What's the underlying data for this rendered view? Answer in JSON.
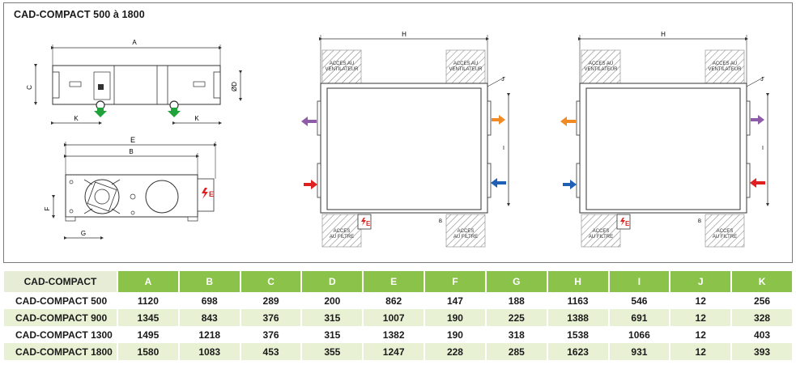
{
  "title": "CAD-COMPACT 500 à 1800",
  "dimension_letters": [
    "A",
    "B",
    "C",
    "D",
    "E",
    "F",
    "G",
    "H",
    "I",
    "J",
    "K"
  ],
  "labels": {
    "fan_access": "ACCES AU\nVENTILATEUR",
    "filter_access": "ACCES\nAU FILTRE",
    "diameter": "ØD",
    "electrical": "E"
  },
  "colors": {
    "green_accent": "#8bc34a",
    "arrow_green": "#1fa33a",
    "arrow_purple": "#8e5ba8",
    "arrow_orange": "#f08a24",
    "arrow_red": "#e02020",
    "arrow_blue": "#1f5fb5",
    "row_tint": "#e8f1d4"
  },
  "icons": [
    "arrow-icon",
    "electric-hazard-icon",
    "fan-icon",
    "duct-collar-icon"
  ],
  "table": {
    "header": [
      "CAD-COMPACT",
      "A",
      "B",
      "C",
      "D",
      "E",
      "F",
      "G",
      "H",
      "I",
      "J",
      "K"
    ],
    "rows": [
      [
        "CAD-COMPACT 500",
        "1120",
        "698",
        "289",
        "200",
        "862",
        "147",
        "188",
        "1163",
        "546",
        "12",
        "256"
      ],
      [
        "CAD-COMPACT 900",
        "1345",
        "843",
        "376",
        "315",
        "1007",
        "190",
        "225",
        "1388",
        "691",
        "12",
        "328"
      ],
      [
        "CAD-COMPACT 1300",
        "1495",
        "1218",
        "376",
        "315",
        "1382",
        "190",
        "318",
        "1538",
        "1066",
        "12",
        "403"
      ],
      [
        "CAD-COMPACT 1800",
        "1580",
        "1083",
        "453",
        "355",
        "1247",
        "228",
        "285",
        "1623",
        "931",
        "12",
        "393"
      ]
    ]
  }
}
